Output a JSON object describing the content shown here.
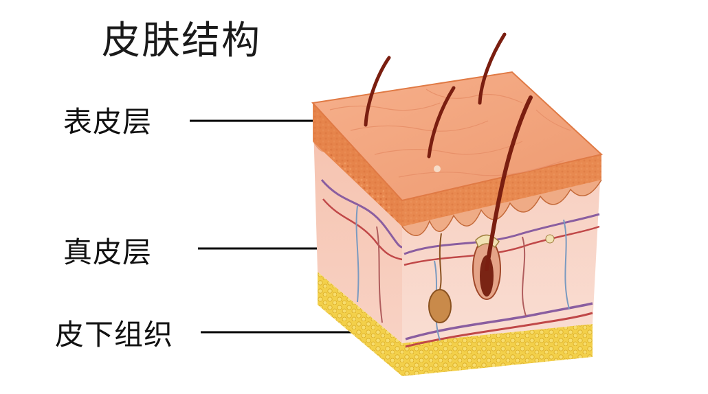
{
  "title": "皮肤结构",
  "labels": {
    "epidermis": "表皮层",
    "dermis": "真皮层",
    "subcutaneous": "皮下组织"
  },
  "colors": {
    "epidermis_top": "#f2a07a",
    "epidermis_edge": "#e27a3e",
    "dermis": "#f7c9b6",
    "subcutaneous": "#f2cd3c",
    "hair": "#7a1e10",
    "leader_line": "#000000"
  }
}
